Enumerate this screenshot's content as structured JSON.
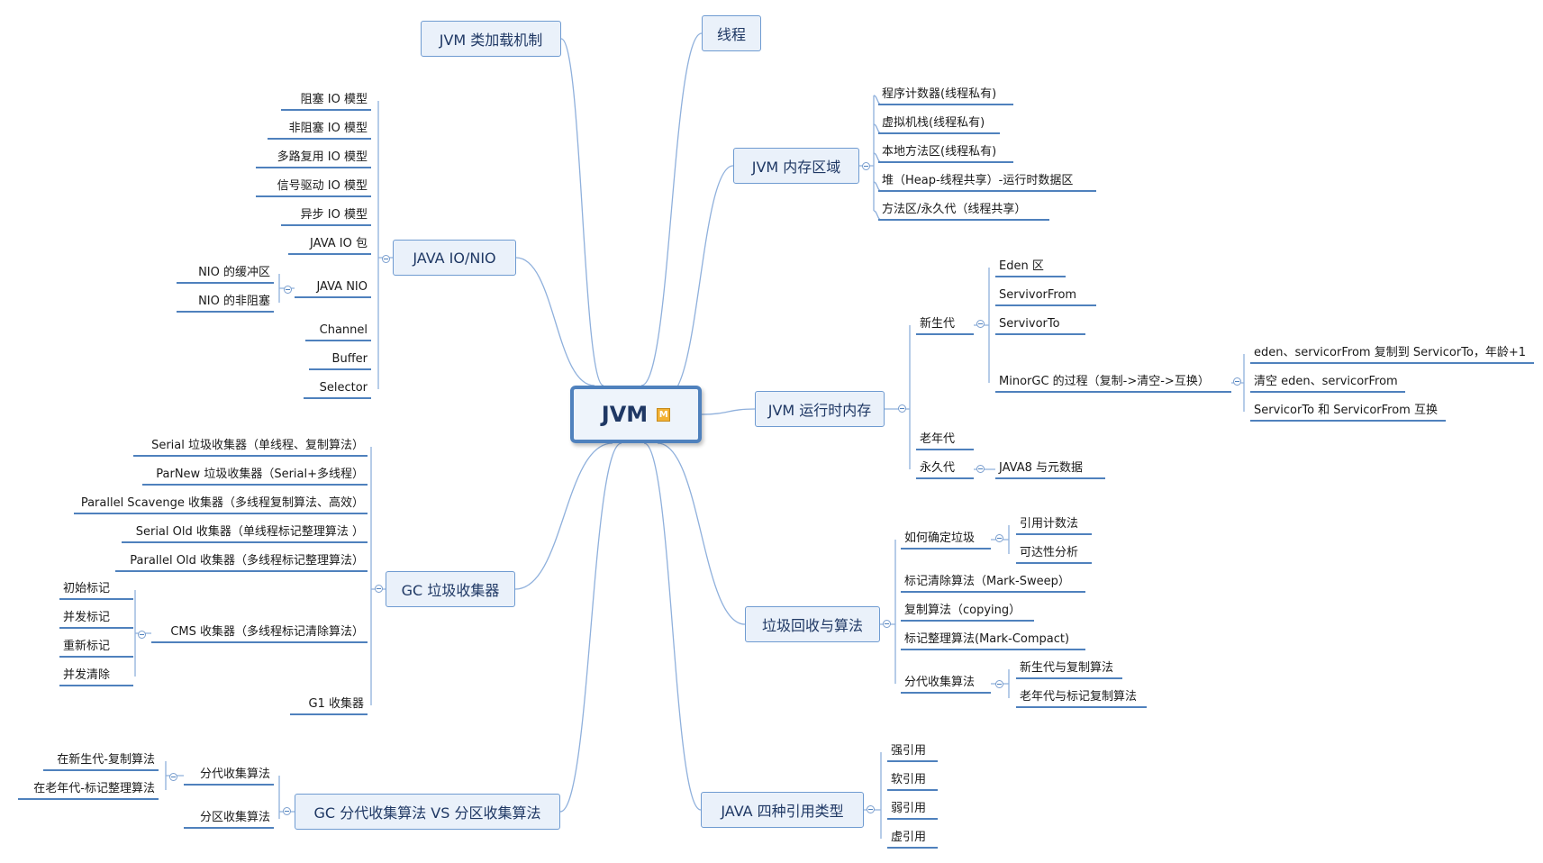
{
  "root": "JVM",
  "topics": {
    "classloading": "JVM 类加载机制",
    "thread": "线程",
    "memory": "JVM 内存区域",
    "io": "JAVA IO/NIO",
    "runtime": "JVM 运行时内存",
    "gc_collectors": "GC 垃圾收集器",
    "gc_algorithms": "垃圾回收与算法",
    "gc_compare": "GC 分代收集算法 VS 分区收集算法",
    "references": "JAVA 四种引用类型"
  },
  "memory_items": [
    "程序计数器(线程私有)",
    "虚拟机栈(线程私有)",
    "本地方法区(线程私有)",
    "堆（Heap-线程共享）-运行时数据区",
    "方法区/永久代（线程共享）"
  ],
  "io_items": [
    "阻塞 IO 模型",
    "非阻塞 IO 模型",
    "多路复用 IO 模型",
    "信号驱动 IO 模型",
    "异步 IO 模型",
    "JAVA IO 包",
    "JAVA NIO",
    "Channel",
    "Buffer",
    "Selector"
  ],
  "nio_items": [
    "NIO 的缓冲区",
    "NIO 的非阻塞"
  ],
  "runtime": {
    "young": "新生代",
    "young_items": [
      "Eden 区",
      "ServivorFrom",
      "ServivorTo",
      "MinorGC 的过程（复制->清空->互换）"
    ],
    "minorgc_items": [
      "eden、servicorFrom 复制到 ServicorTo，年龄+1",
      "清空 eden、servicorFrom",
      "ServicorTo 和 ServicorFrom 互换"
    ],
    "old": "老年代",
    "perm": "永久代",
    "perm_items": [
      "JAVA8 与元数据"
    ]
  },
  "collectors": [
    "Serial 垃圾收集器（单线程、复制算法）",
    "ParNew 垃圾收集器（Serial+多线程）",
    "Parallel Scavenge 收集器（多线程复制算法、高效）",
    "Serial Old 收集器（单线程标记整理算法 ）",
    "Parallel Old 收集器（多线程标记整理算法）",
    "CMS 收集器（多线程标记清除算法）",
    "G1 收集器"
  ],
  "cms_items": [
    "初始标记",
    "并发标记",
    "重新标记",
    "并发清除"
  ],
  "gc_algorithm_items": {
    "identify": "如何确定垃圾",
    "identify_items": [
      "引用计数法",
      "可达性分析"
    ],
    "mark_sweep": "标记清除算法（Mark-Sweep）",
    "copying": "复制算法（copying）",
    "mark_compact": "标记整理算法(Mark-Compact)",
    "generational": "分代收集算法",
    "generational_items": [
      "新生代与复制算法",
      "老年代与标记复制算法"
    ]
  },
  "compare_items": {
    "generational": "分代收集算法",
    "generational_items": [
      "在新生代-复制算法",
      "在老年代-标记整理算法"
    ],
    "region": "分区收集算法"
  },
  "reference_items": [
    "强引用",
    "软引用",
    "弱引用",
    "虚引用"
  ],
  "colors": {
    "line": "#4f81bd",
    "branch": "#8fb0dc",
    "main_fill": "#eaf1fa",
    "main_border": "#6f9bd1",
    "root_border": "#4f81bd",
    "badge": "#f2b134"
  }
}
